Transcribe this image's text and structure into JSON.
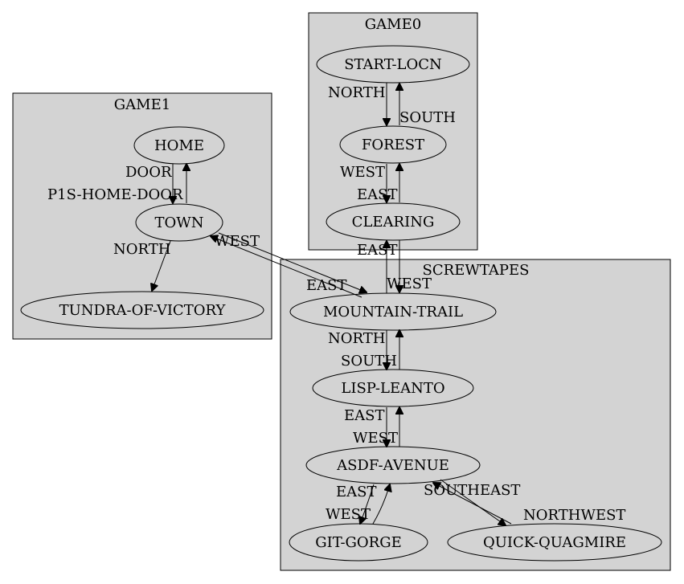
{
  "clusters": {
    "game0": "GAME0",
    "game1": "GAME1",
    "screwtapes": "SCREWTAPES"
  },
  "nodes": {
    "start_locn": "START-LOCN",
    "forest": "FOREST",
    "clearing": "CLEARING",
    "home": "HOME",
    "town": "TOWN",
    "tundra": "TUNDRA-OF-VICTORY",
    "mountain_trail": "MOUNTAIN-TRAIL",
    "lisp_leanto": "LISP-LEANTO",
    "asdf_avenue": "ASDF-AVENUE",
    "git_gorge": "GIT-GORGE",
    "quick_quagmire": "QUICK-QUAGMIRE"
  },
  "edges": {
    "start_to_forest": "NORTH",
    "forest_to_start": "SOUTH",
    "forest_to_clearing": "WEST",
    "clearing_to_forest": "EAST",
    "home_to_town": "DOOR",
    "town_to_home": "P1S-HOME-DOOR",
    "town_to_tundra": "NORTH",
    "mountain_to_town": "WEST",
    "town_to_mountain": "EAST",
    "clearing_to_mountain": "EAST",
    "mountain_to_clearing": "WEST",
    "mountain_to_lisp": "NORTH",
    "lisp_to_mountain": "SOUTH",
    "lisp_to_asdf": "EAST",
    "asdf_to_lisp": "WEST",
    "asdf_to_git": "EAST",
    "git_to_asdf": "WEST",
    "quagmire_to_asdf": "SOUTHEAST",
    "asdf_to_quagmire": "NORTHWEST"
  }
}
